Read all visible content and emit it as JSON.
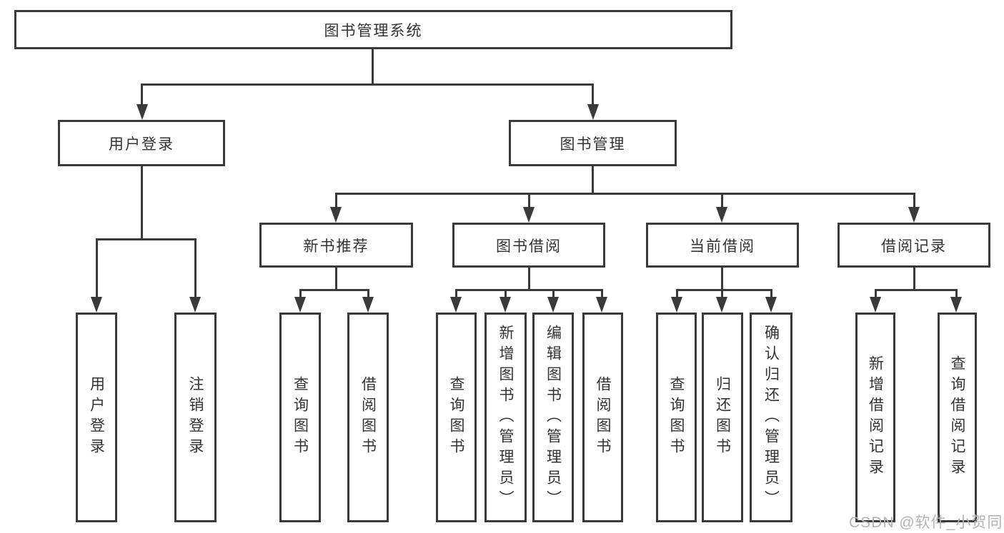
{
  "colors": {
    "line": "#3a3a3a",
    "text": "#333333",
    "background": "#ffffff",
    "watermark": "#b3b3b3"
  },
  "tree": {
    "root": {
      "label": "图书管理系统",
      "children": [
        {
          "label": "用户登录",
          "children": [
            {
              "label": "用户登录"
            },
            {
              "label": "注销登录"
            }
          ]
        },
        {
          "label": "图书管理",
          "children": [
            {
              "label": "新书推荐",
              "children": [
                {
                  "label": "查询图书"
                },
                {
                  "label": "借阅图书"
                }
              ]
            },
            {
              "label": "图书借阅",
              "children": [
                {
                  "label": "查询图书"
                },
                {
                  "label": "新增图书（管理员）"
                },
                {
                  "label": "编辑图书（管理员）"
                },
                {
                  "label": "借阅图书"
                }
              ]
            },
            {
              "label": "当前借阅",
              "children": [
                {
                  "label": "查询图书"
                },
                {
                  "label": "归还图书"
                },
                {
                  "label": "确认归还（管理员）"
                }
              ]
            },
            {
              "label": "借阅记录",
              "children": [
                {
                  "label": "新增借阅记录"
                },
                {
                  "label": "查询借阅记录"
                }
              ]
            }
          ]
        }
      ]
    }
  },
  "watermark": "CSDN @软件_小贺同学"
}
